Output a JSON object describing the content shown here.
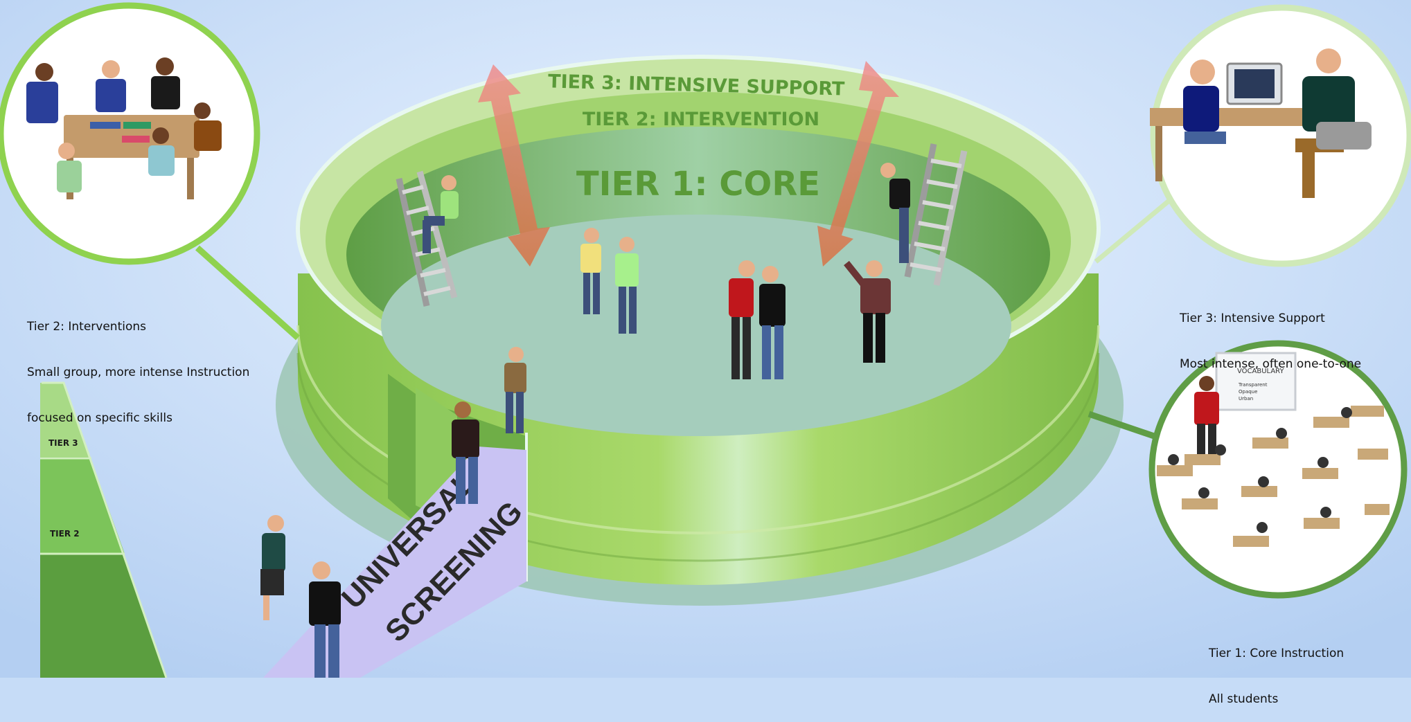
{
  "ring": {
    "tier3_label": "TIER 3: INTENSIVE SUPPORT",
    "tier2_label": "TIER 2: INTERVENTION",
    "tier1_label": "TIER 1: CORE"
  },
  "entrance": {
    "line1": "UNIVERSAL",
    "line2": "SCREENING"
  },
  "staircase": {
    "tier3_label": "TIER 3",
    "tier2_label": "TIER 2"
  },
  "callouts": {
    "tier2": {
      "title": "Tier 2: Interventions",
      "line2": "Small group, more intense Instruction",
      "line3": "focused on specific skills"
    },
    "tier3": {
      "title": "Tier 3: Intensive Support",
      "line2": "Most intense, often one-to-one"
    },
    "tier1": {
      "title": "Tier 1: Core Instruction",
      "line2": "All students"
    }
  },
  "whiteboard": {
    "title": "VOCABULARY",
    "words": [
      "Transparent",
      "Opaque",
      "Urban"
    ]
  },
  "colors": {
    "background": "#c6dcf7",
    "ring_light": "#c8e6a0",
    "ring_mid": "#9ccd62",
    "ring_dark": "#5f9d46",
    "arrow": "#e07a57",
    "entrance": "#c9c3f3",
    "callout_border": "#8fd24f"
  }
}
